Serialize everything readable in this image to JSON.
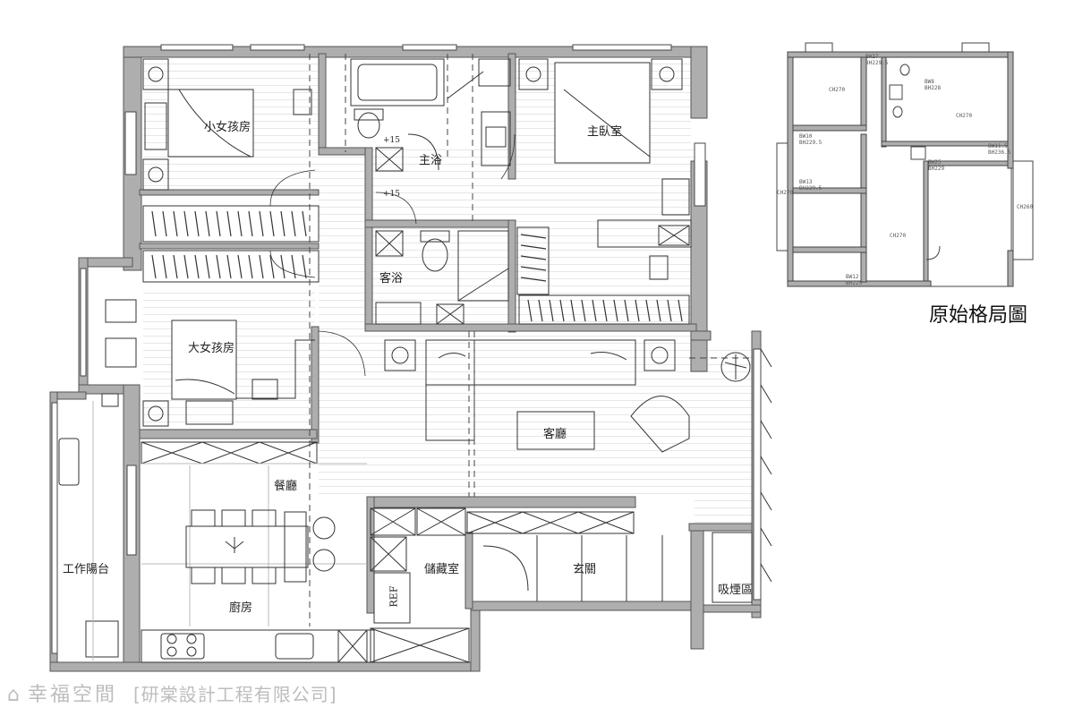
{
  "plan": {
    "rooms": {
      "girl_small": "小女孩房",
      "girl_big": "大女孩房",
      "master_bedroom": "主臥室",
      "master_bath": "主浴",
      "guest_bath": "客浴",
      "living_room": "客廳",
      "dining": "餐廳",
      "kitchen": "廚房",
      "storage": "儲藏室",
      "entrance": "玄關",
      "work_balcony": "工作陽台",
      "smoking": "吸煙區",
      "ref": "REF",
      "level_1": "+15",
      "level_2": "+15"
    }
  },
  "original_plan": {
    "caption": "原始格局圖",
    "tags": {
      "t1": "BW27 BH229.5",
      "t2": "CH270",
      "t3": "BW8 BH228",
      "t4": "CH270",
      "t5": "BW10 BH229.5",
      "t6": "BW11.5 BH236.5",
      "t7": "BW13 BH229.5",
      "t8": "BW25 BH229",
      "t9": "CH270",
      "t10": "CH270",
      "t11": "CH260",
      "t12": "BW12 BH225"
    }
  },
  "watermark": {
    "brand": "幸福空間",
    "company": "[研棠設計工程有限公司]"
  },
  "colors": {
    "wall": "#aeaeae",
    "wall_stroke": "#555555",
    "line": "#333333",
    "dash": "#444444",
    "watermark": "#bdbdbd"
  }
}
